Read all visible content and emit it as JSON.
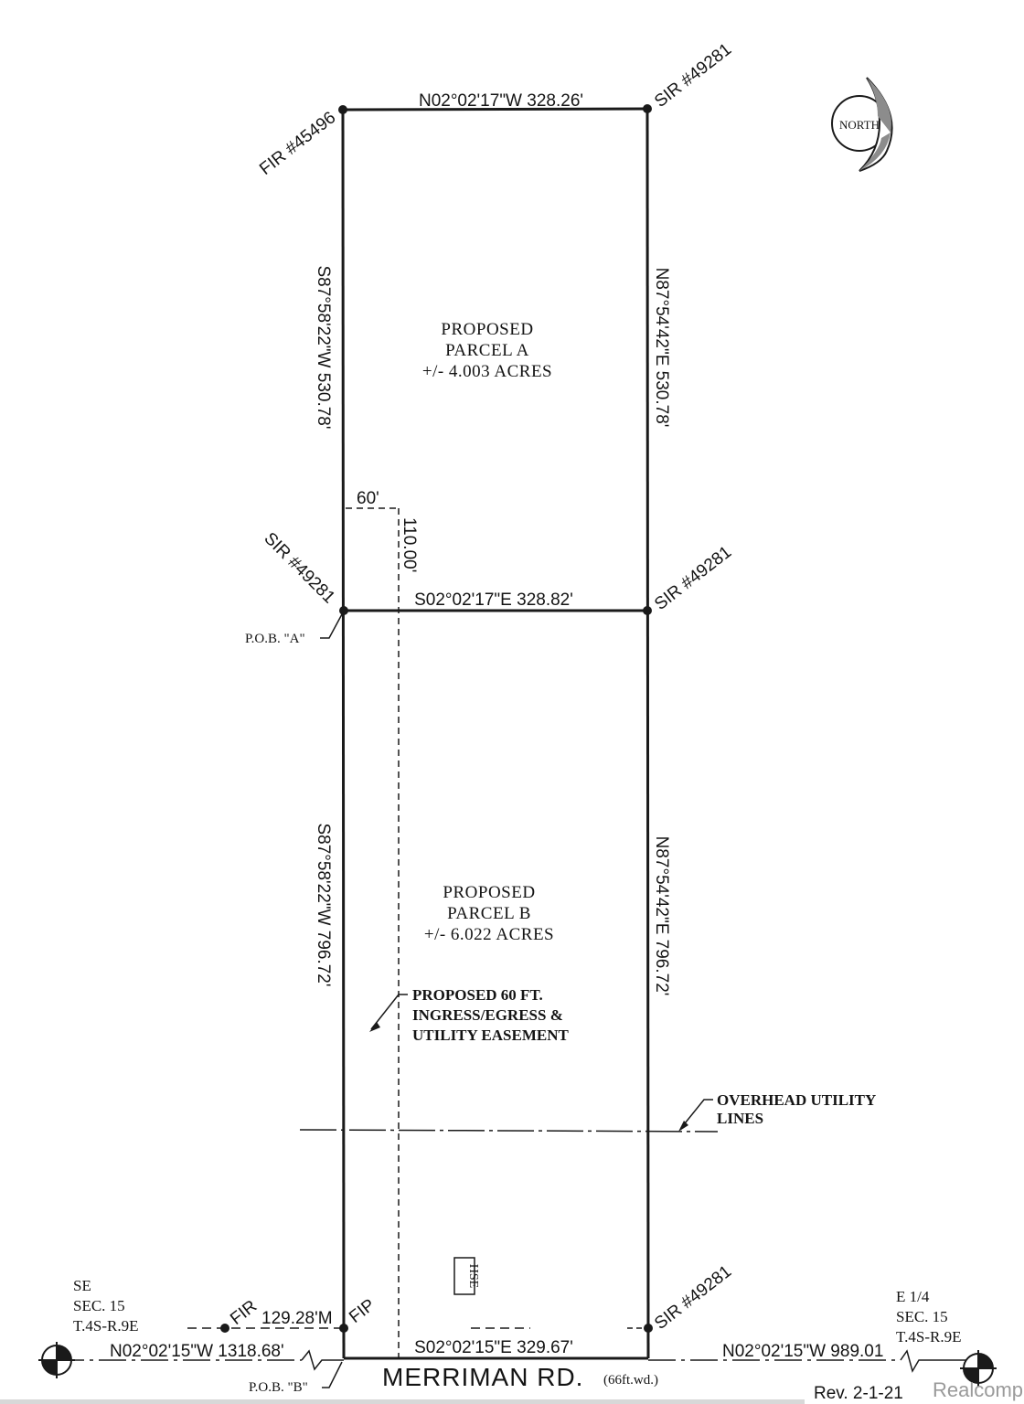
{
  "north_arrow": {
    "label": "NORTH"
  },
  "parcel_a": {
    "title": "PROPOSED",
    "name": "PARCEL A",
    "area": "+/- 4.003 ACRES",
    "north_line": "N02°02'17\"W  328.26'",
    "west_line": "S87°58'22\"W  530.78'",
    "east_line": "N87°54'42\"E  530.78'",
    "south_line": "S02°02'17\"E    328.82'"
  },
  "parcel_b": {
    "title": "PROPOSED",
    "name": "PARCEL B",
    "area": "+/- 6.022 ACRES",
    "west_line": "S87°58'22\"W  796.72'",
    "east_line": "N87°54'42\"E  796.72'",
    "south_line": "S02°02'15\"E  329.67'"
  },
  "monuments": {
    "nw_corner": "FIR #45496",
    "ne_corner": "SIR #49281",
    "mid_west": "SIR #49281",
    "mid_east": "SIR #49281",
    "se_corner": "SIR #49281",
    "sw_fip": "FIP",
    "fir_offset": "FIR"
  },
  "points_of_beginning": {
    "a": "P.O.B. \"A\"",
    "b": "P.O.B. \"B\""
  },
  "easement": {
    "width": "60'",
    "depth": "110.00'",
    "note_line1": "PROPOSED 60 FT.",
    "note_line2": "INGRESS/EGRESS &",
    "note_line3": "UTILITY EASEMENT"
  },
  "utility": {
    "note_line1": "OVERHEAD UTILITY",
    "note_line2": "LINES"
  },
  "house_label": "HSE",
  "west_reference": {
    "line1": "SE",
    "line2": "SEC. 15",
    "line3": "T.4S-R.9E",
    "offset": "129.28'M",
    "bearing": "N02°02'15\"W  1318.68'"
  },
  "east_reference": {
    "line1": "E 1/4",
    "line2": "SEC. 15",
    "line3": "T.4S-R.9E",
    "bearing": "N02°02'15\"W  989.01"
  },
  "road": {
    "name": "MERRIMAN RD.",
    "width": "(66ft.wd.)"
  },
  "revision": "Rev.  2-1-21",
  "watermark": "Realcomp"
}
